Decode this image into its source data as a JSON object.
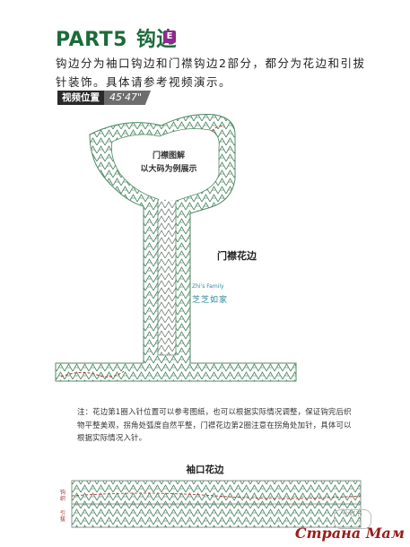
{
  "header": {
    "part": "PART5",
    "title_cn": "钩边",
    "badge": "E"
  },
  "intro": "钩边分为袖口钩边和门襟钩边2部分，都分为花边和引拔针装饰。具体请参考视频演示。",
  "video": {
    "label": "视频位置",
    "time": "45'47\""
  },
  "diagram": {
    "placket_note_line1": "门襟图解",
    "placket_note_line2": "以大码为例展示",
    "placket_label": "门襟花边",
    "logo_en": "Zhi's Family",
    "logo_cn": "芝芝如家"
  },
  "note": {
    "prefix": "注：",
    "text": "花边第1圈入针位置可以参考图纸，也可以根据实际情况调整，保证钩完后织物平整美观，拐角处弧度自然平整，门襟花边第2圈注意在拐角处加针，具体可以根据实际情况入针。"
  },
  "cuff": {
    "title": "袖口花边",
    "side_label_1": "钩织",
    "side_label_2": "引拔"
  },
  "watermark": {
    "site": "Страна Мам",
    "badge_text": "小红书"
  },
  "colors": {
    "title_green": "#1c6b3a",
    "badge_purple": "#8e2a8c",
    "stitch_green": "#4f8a64",
    "stitch_red": "#b03a3a",
    "watermark_red": "#9b1c1c"
  }
}
